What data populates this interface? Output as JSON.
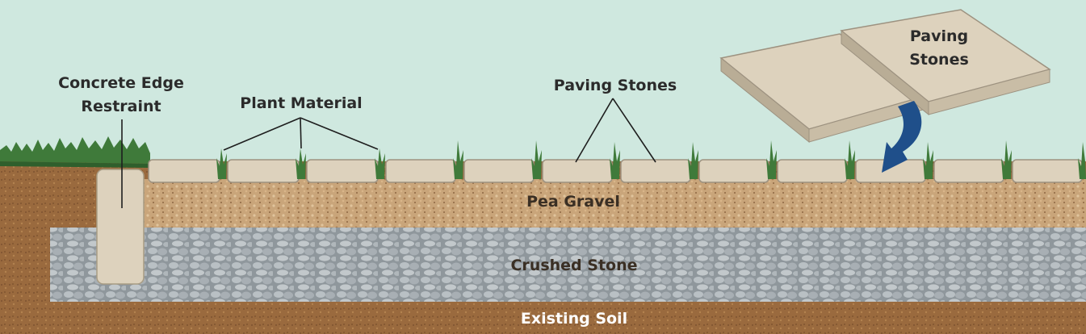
{
  "labels": {
    "edge_line1": "Concrete Edge",
    "edge_line2": "Restraint",
    "plant": "Plant Material",
    "paving_center": "Paving Stones",
    "paving_top_line1": "Paving",
    "paving_top_line2": "Stones",
    "pea_gravel": "Pea Gravel",
    "crushed_stone": "Crushed Stone",
    "existing_soil": "Existing Soil"
  },
  "colors": {
    "sky": "#cfe8df",
    "soil": "#9a6a3e",
    "pea_gravel": "#c9a57a",
    "crushed_stone": "#a8aeb2",
    "paver": "#ddd2bd",
    "grass": "#3f7a3a",
    "arrow": "#1f4f8a"
  }
}
